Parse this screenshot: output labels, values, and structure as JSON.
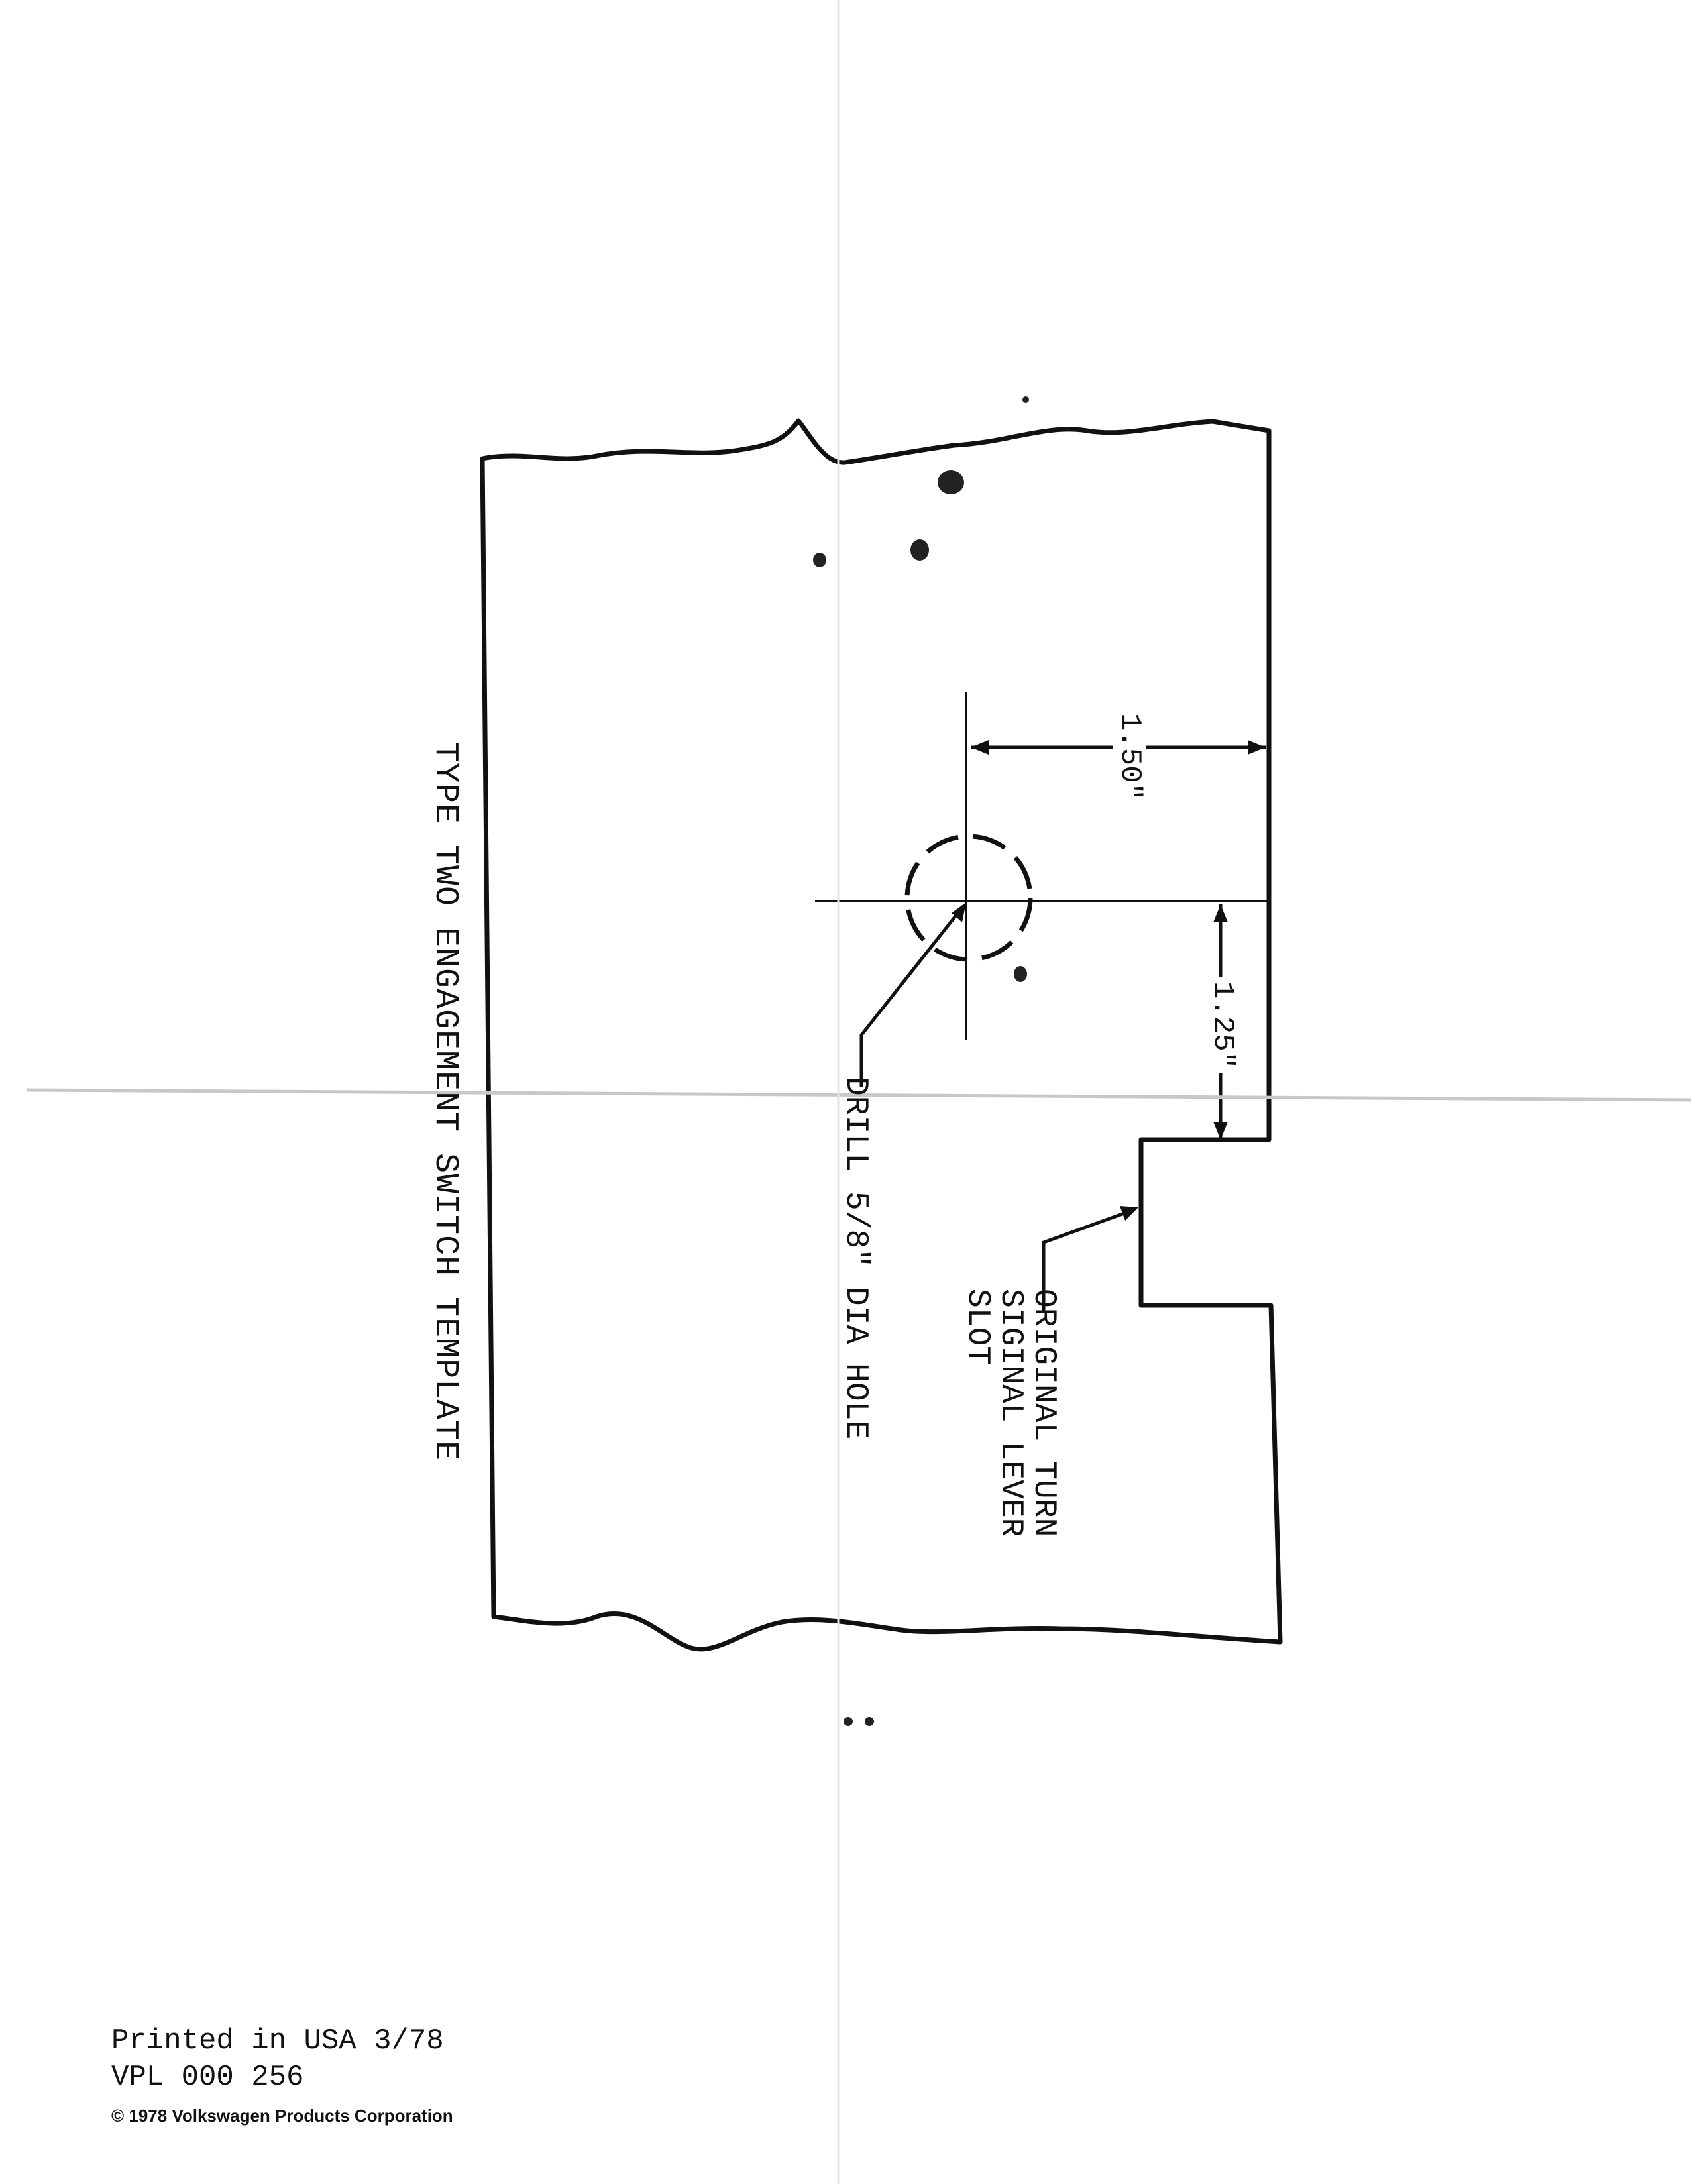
{
  "document": {
    "title": "TYPE TWO ENGAGEMENT SWITCH TEMPLATE",
    "drill_note": "DRILL 5/8\" DIA HOLE",
    "slot_note": [
      "ORIGINAL TURN",
      "SIGINAL LEVER",
      "SLOT"
    ],
    "dimensions": {
      "horizontal": "1.50\"",
      "vertical": "1.25\""
    },
    "footer": {
      "printed": "Printed in USA 3/78",
      "code": "VPL 000 256",
      "copyright": "© 1978 Volkswagen Products Corporation"
    }
  },
  "colors": {
    "ink": "#111111",
    "paper": "#ffffff"
  }
}
